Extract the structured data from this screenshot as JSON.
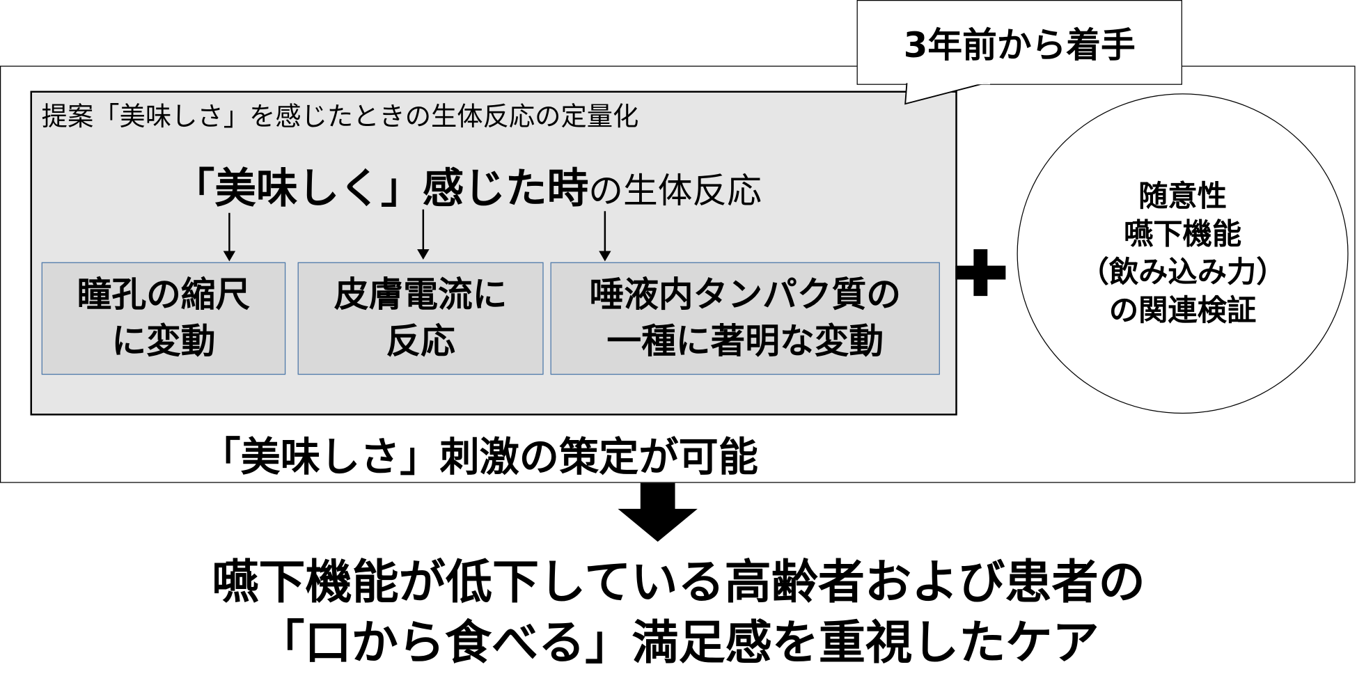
{
  "callout": "3年前から着手",
  "proposal_title": "提案「美味しさ」を感じたときの生体反応の定量化",
  "heading": {
    "bold": "「美味しく」感じた時",
    "normal": "の生体反応"
  },
  "reactions": [
    {
      "line1": "瞳孔の縮尺",
      "line2": "に変動"
    },
    {
      "line1": "皮膚電流に",
      "line2": "反応"
    },
    {
      "line1": "唾液内タンパク質の",
      "line2": "一種に著明な変動"
    }
  ],
  "circle_lines": [
    "随意性",
    "嚥下機能",
    "（飲み込み力）",
    "の関連検証"
  ],
  "conclusion": "「美味しさ」刺激の策定が可能",
  "result": {
    "line1": "嚥下機能が低下している高齢者および患者の",
    "line2": "「口から食べる」満足感を重視したケア"
  }
}
